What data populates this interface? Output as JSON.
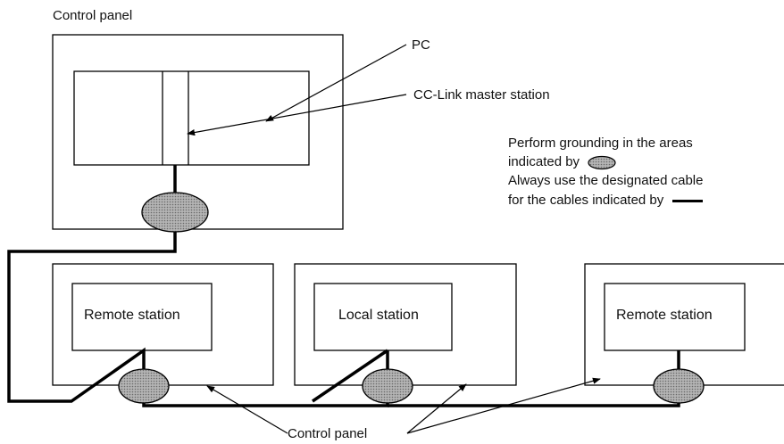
{
  "labels": {
    "control_panel_top": "Control panel",
    "pc": "PC",
    "master_station": "CC-Link master station",
    "remote_station_left": "Remote station",
    "local_station": "Local station",
    "remote_station_right": "Remote station",
    "control_panel_bottom": "Control panel"
  },
  "legend": {
    "line1": "Perform grounding in the areas",
    "line2": "indicated by",
    "line3": "Always use the designated cable",
    "line4": "for the cables indicated by"
  },
  "colors": {
    "stroke": "#000000",
    "ground_fill": "#a9a9a9",
    "background": "#ffffff"
  }
}
